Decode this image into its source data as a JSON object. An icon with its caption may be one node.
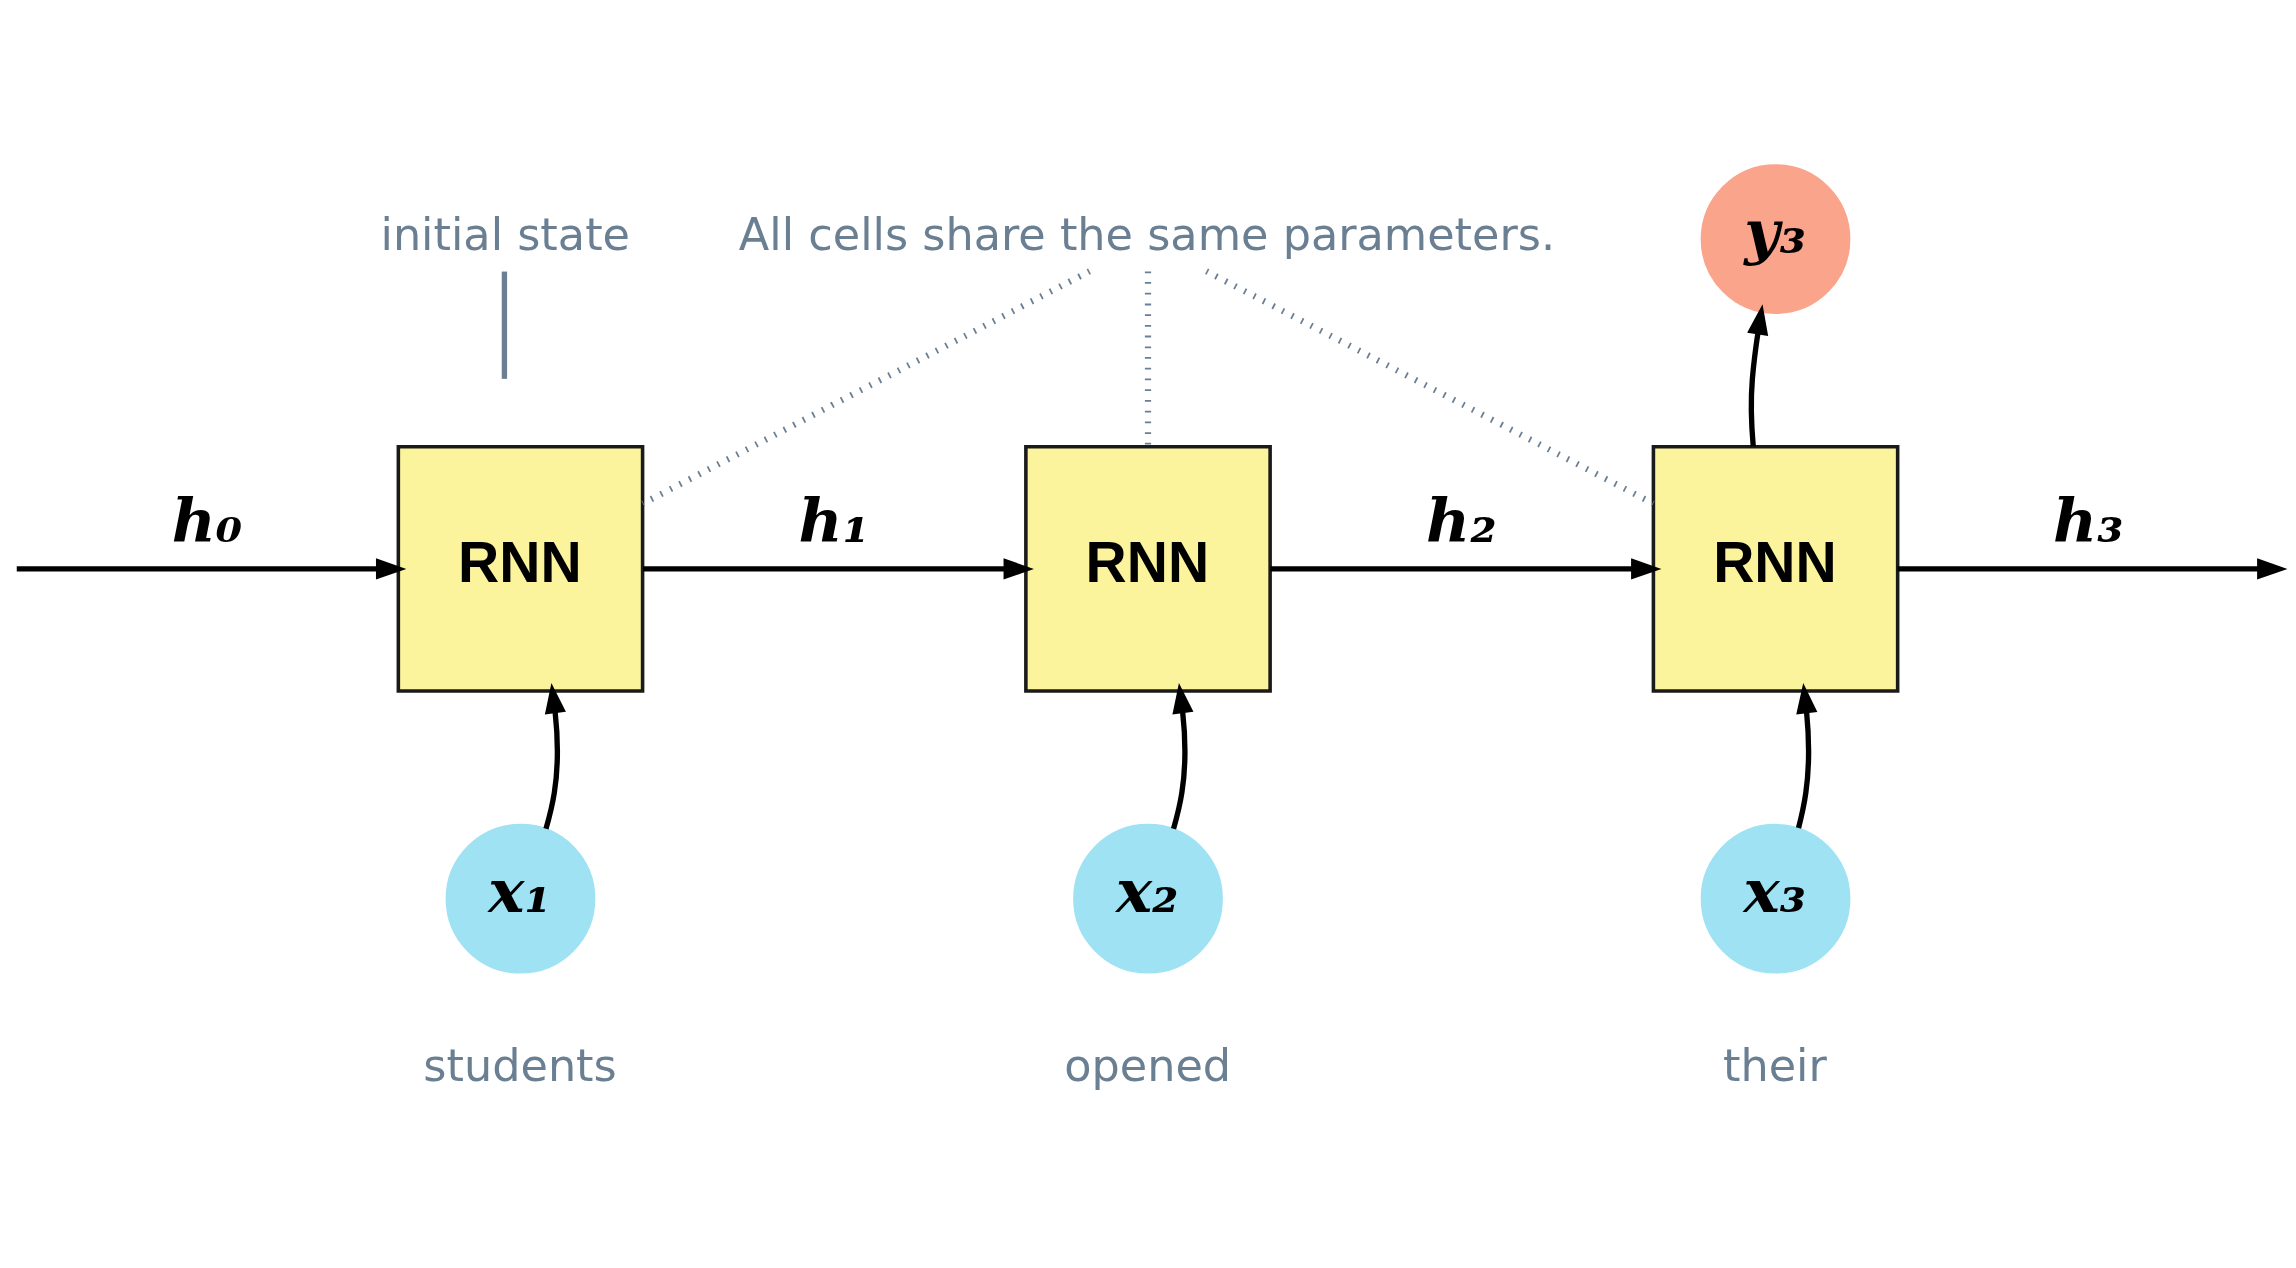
{
  "diagram": {
    "nodes": [
      {
        "text": [
          "initial state"
        ]
      },
      {
        "text": [
          "All cells share the same parameters."
        ]
      },
      {
        "text": [
          "RNN"
        ]
      },
      {
        "text": [
          "RNN"
        ]
      },
      {
        "text": [
          "RNN"
        ]
      },
      {
        "text": [
          "x₁"
        ],
        "beside": [
          "students"
        ]
      },
      {
        "text": [
          "x₂"
        ],
        "beside": [
          "opened"
        ]
      },
      {
        "text": [
          "x₃"
        ],
        "beside": [
          "their"
        ]
      },
      {
        "text": [
          "y₃"
        ]
      }
    ],
    "edges": [
      {
        "from": null,
        "to": 2,
        "arrow": "to",
        "label": "h₀"
      },
      {
        "from": 2,
        "to": 3,
        "arrow": "to",
        "label": "h₁"
      },
      {
        "from": 3,
        "to": 4,
        "arrow": "to",
        "label": "h₂"
      },
      {
        "from": 4,
        "to": null,
        "arrow": "to",
        "label": "h₃"
      },
      {
        "from": 5,
        "to": 2,
        "arrow": "to"
      },
      {
        "from": 6,
        "to": 3,
        "arrow": "to"
      },
      {
        "from": 7,
        "to": 4,
        "arrow": "to"
      },
      {
        "from": 4,
        "to": 8,
        "arrow": "to"
      },
      {
        "from": 0,
        "to": null,
        "arrow": "none",
        "color": "#6b7f93"
      },
      {
        "from": 1,
        "to": 2,
        "arrow": "none",
        "style": "dashed",
        "color": "#6b7f93"
      },
      {
        "from": 1,
        "to": 3,
        "arrow": "none",
        "style": "dashed",
        "color": "#6b7f93"
      },
      {
        "from": 1,
        "to": 4,
        "arrow": "none",
        "style": "dashed",
        "color": "#6b7f93"
      }
    ]
  }
}
